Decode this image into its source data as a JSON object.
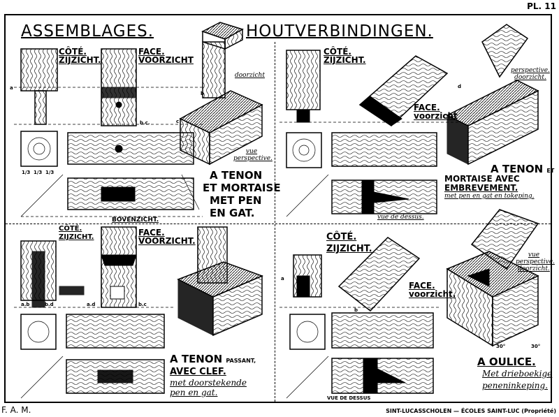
{
  "plate": "PL. 11",
  "title_fr": "ASSEMBLAGES.",
  "title_nl": "HOUTVERBINDINGEN.",
  "footer": {
    "left": "F. A. M.",
    "right": "SINT-LUCASSCHOLEN — ÉCOLES SAINT-LUC (Propriété)"
  },
  "panel_tl": {
    "side_view": "CÔTÉ. ZIJZICHT.",
    "face_view": "FACE. VOORZICHT",
    "see_through": "doorzicht",
    "perspective": "vue perspective.",
    "top_view": "BOVENZICHT.",
    "caption_line1": "A TENON",
    "caption_line2": "ET MORTAISE",
    "caption_line3": "MET PEN",
    "caption_line4": "EN GAT."
  },
  "panel_tr": {
    "side_view": "CÔTÉ. ZIJZICHT.",
    "face_view": "FACE. voorzicht",
    "perspective": "perspective. doorzicht.",
    "top_view": "vue de dessus.",
    "caption_line1": "A TENON",
    "caption_line1_suffix": "ET",
    "caption_line2": "MORTAISE AVEC",
    "caption_line3": "EMBREVEMENT.",
    "caption_line4": "met pen en gat en tokeping."
  },
  "panel_bl": {
    "side_view": "CÔTÉ. ZIJZICHT.",
    "face_view": "FACE. VOORZICHT.",
    "caption_line1": "A TENON",
    "caption_line1_suffix": "PASSANT,",
    "caption_line2": "AVEC CLEF.",
    "caption_line3": "met doorstekende",
    "caption_line4": "pen en gat."
  },
  "panel_br": {
    "side_view": "CÔTÉ. ZIJZICHT.",
    "face_view": "FACE. voorzicht.",
    "perspective": "vue perspective. doorzicht.",
    "top_view": "VUE DE DESSUS",
    "caption_line1": "A OULICE.",
    "caption_line2": "Met drieboekige",
    "caption_line3": "peneninkeping."
  },
  "annotations": [
    "1/3",
    "1/3",
    "1/3",
    "a",
    "b",
    "c",
    "d",
    "b.c.",
    "a.b",
    "a.d",
    "b.d",
    "b.c",
    "30°",
    "30°",
    "a",
    "b"
  ]
}
